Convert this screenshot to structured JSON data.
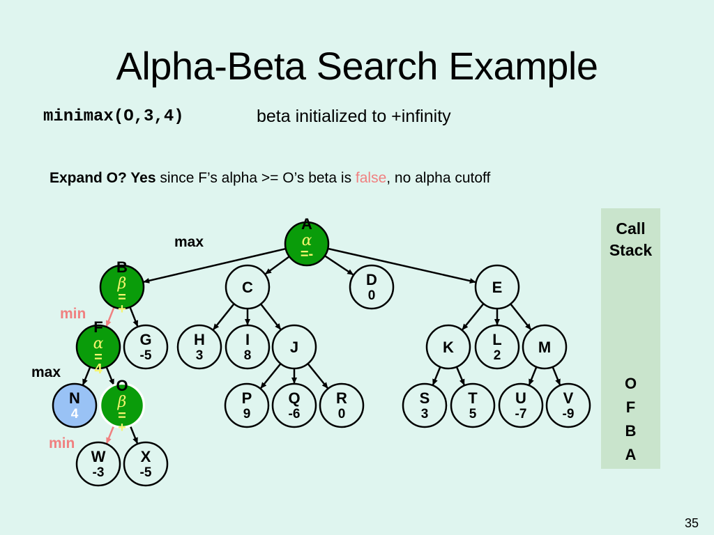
{
  "slide": {
    "title": "Alpha-Beta Search Example",
    "call": "minimax(O,3,4)",
    "call_note": "beta initialized to +infinity",
    "expand": {
      "bold": "Expand O? Yes",
      "text1": " since F’s alpha >= O’s beta is ",
      "false_word": "false",
      "text2": ", no alpha cutoff"
    },
    "page_number": "35"
  },
  "colors": {
    "background": "#dff5ef",
    "active_node": "#0a9c0a",
    "leaf_highlight": "#99c2f5",
    "bound_text": "#f5f56e",
    "min_label": "#f08080",
    "call_stack_bg": "#c9e4cc"
  },
  "call_stack": {
    "title_line1": "Call",
    "title_line2": "Stack",
    "items": [
      "O",
      "F",
      "B",
      "A"
    ]
  },
  "level_labels": [
    {
      "text": "max",
      "color": "black"
    },
    {
      "text": "min",
      "color": "pink"
    },
    {
      "text": "max",
      "color": "black"
    },
    {
      "text": "min",
      "color": "pink"
    }
  ],
  "nodes": [
    {
      "id": "A",
      "style": "active",
      "bound_symbol": "α",
      "bound_value": "=-",
      "value": ""
    },
    {
      "id": "B",
      "style": "active",
      "bound_symbol": "β",
      "bound_value": "=+",
      "value": ""
    },
    {
      "id": "C",
      "style": "plain",
      "value": ""
    },
    {
      "id": "D",
      "style": "plain",
      "value": "0"
    },
    {
      "id": "E",
      "style": "plain",
      "value": ""
    },
    {
      "id": "F",
      "style": "active",
      "bound_symbol": "α",
      "bound_value": "=4",
      "value": ""
    },
    {
      "id": "G",
      "style": "plain",
      "value": "-5"
    },
    {
      "id": "H",
      "style": "plain",
      "value": "3"
    },
    {
      "id": "I",
      "style": "plain",
      "value": "8"
    },
    {
      "id": "J",
      "style": "plain",
      "value": ""
    },
    {
      "id": "K",
      "style": "plain",
      "value": ""
    },
    {
      "id": "L",
      "style": "plain",
      "value": "2"
    },
    {
      "id": "M",
      "style": "plain",
      "value": ""
    },
    {
      "id": "N",
      "style": "visited",
      "value": "4"
    },
    {
      "id": "O",
      "style": "active",
      "bound_symbol": "β",
      "bound_value": "=+",
      "value": ""
    },
    {
      "id": "P",
      "style": "plain",
      "value": "9"
    },
    {
      "id": "Q",
      "style": "plain",
      "value": "-6"
    },
    {
      "id": "R",
      "style": "plain",
      "value": "0"
    },
    {
      "id": "S",
      "style": "plain",
      "value": "3"
    },
    {
      "id": "T",
      "style": "plain",
      "value": "5"
    },
    {
      "id": "U",
      "style": "plain",
      "value": "-7"
    },
    {
      "id": "V",
      "style": "plain",
      "value": "-9"
    },
    {
      "id": "W",
      "style": "plain",
      "value": "-3"
    },
    {
      "id": "X",
      "style": "plain",
      "value": "-5"
    }
  ],
  "edges": [
    {
      "from": "A",
      "to": "B",
      "active": false
    },
    {
      "from": "A",
      "to": "C",
      "active": false
    },
    {
      "from": "A",
      "to": "D",
      "active": false
    },
    {
      "from": "A",
      "to": "E",
      "active": false
    },
    {
      "from": "B",
      "to": "F",
      "active": true
    },
    {
      "from": "B",
      "to": "G",
      "active": false
    },
    {
      "from": "C",
      "to": "H",
      "active": false
    },
    {
      "from": "C",
      "to": "I",
      "active": false
    },
    {
      "from": "C",
      "to": "J",
      "active": false
    },
    {
      "from": "E",
      "to": "K",
      "active": false
    },
    {
      "from": "E",
      "to": "L",
      "active": false
    },
    {
      "from": "E",
      "to": "M",
      "active": false
    },
    {
      "from": "F",
      "to": "N",
      "active": false
    },
    {
      "from": "F",
      "to": "O",
      "active": false
    },
    {
      "from": "J",
      "to": "P",
      "active": false
    },
    {
      "from": "J",
      "to": "Q",
      "active": false
    },
    {
      "from": "J",
      "to": "R",
      "active": false
    },
    {
      "from": "K",
      "to": "S",
      "active": false
    },
    {
      "from": "K",
      "to": "T",
      "active": false
    },
    {
      "from": "M",
      "to": "U",
      "active": false
    },
    {
      "from": "M",
      "to": "V",
      "active": false
    },
    {
      "from": "O",
      "to": "W",
      "active": true
    },
    {
      "from": "O",
      "to": "X",
      "active": false
    }
  ]
}
